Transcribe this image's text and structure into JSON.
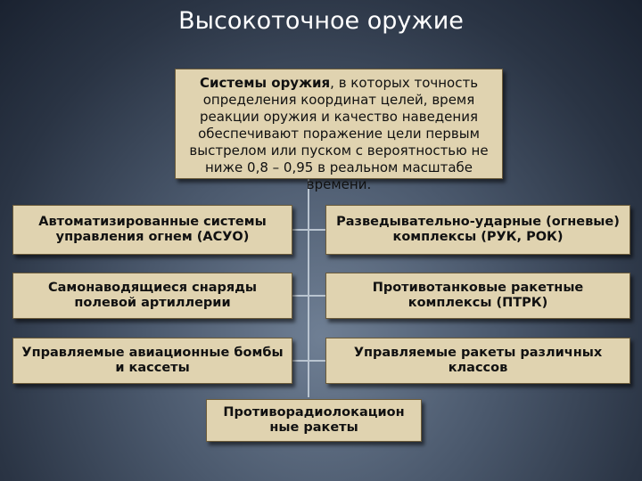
{
  "title": "Высокоточное оружие",
  "definition": {
    "term": "Системы оружия",
    "text": ", в которых точность определения координат целей, время реакции оружия и качество наведения обеспечивают поражение цели первым выстрелом или пуском с вероятностью не ниже 0,8 – 0,95 в реальном масштабе времени."
  },
  "categories": [
    "Автоматизированные системы управления огнем (АСУО)",
    "Разведывательно-ударные (огневые) комплексы (РУК, РОК)",
    "Самонаводящиеся снаряды полевой артиллерии",
    "Противотанковые ракетные комплексы (ПТРК)",
    "Управляемые авиационные бомбы и кассеты",
    "Управляемые ракеты различных классов",
    "Противорадиолокацион ные ракеты"
  ],
  "colors": {
    "box_fill": "#e0d3b0",
    "connector": "#b9c4d0",
    "title_text": "#ffffff"
  }
}
